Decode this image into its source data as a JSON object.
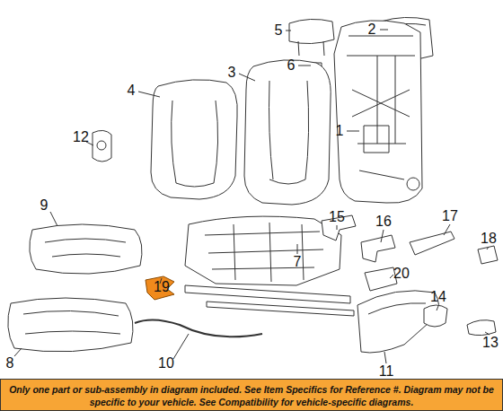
{
  "diagram": {
    "nodes": [
      {
        "text": [
          "Only one part or sub-assembly in diagram included. See Item Specifics for Reference #. Diagram may not be specific to your vehicle. See Compatibility for vehicle-specific diagrams."
        ]
      }
    ],
    "edges": [],
    "labels": [
      "1",
      "2",
      "3",
      "4",
      "5",
      "6",
      "7",
      "8",
      "9",
      "10",
      "11",
      "12",
      "13",
      "14",
      "15",
      "16",
      "17",
      "18",
      "19",
      "20"
    ]
  }
}
